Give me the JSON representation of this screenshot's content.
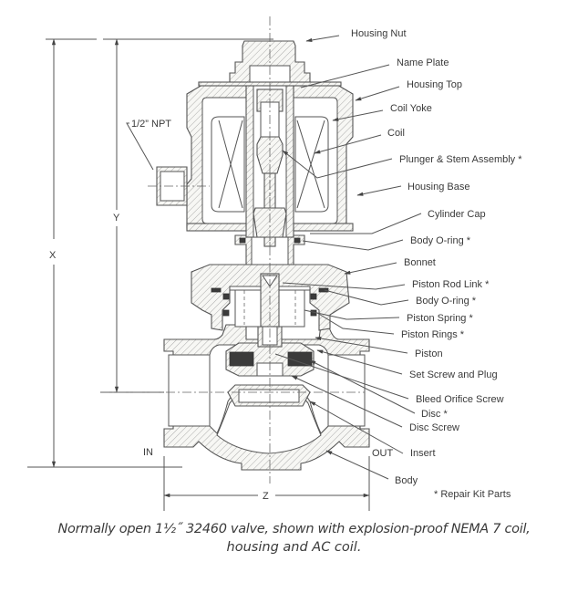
{
  "diagram": {
    "title": "Solenoid valve cross-section",
    "callouts": [
      {
        "id": "housing-nut",
        "label": "Housing Nut"
      },
      {
        "id": "name-plate",
        "label": "Name Plate"
      },
      {
        "id": "housing-top",
        "label": "Housing Top"
      },
      {
        "id": "coil-yoke",
        "label": "Coil Yoke"
      },
      {
        "id": "coil",
        "label": "Coil"
      },
      {
        "id": "plunger-stem",
        "label": "Plunger & Stem Assembly *"
      },
      {
        "id": "housing-base",
        "label": "Housing Base"
      },
      {
        "id": "cylinder-cap",
        "label": "Cylinder Cap"
      },
      {
        "id": "body-o-ring-upper",
        "label": "Body O-ring *"
      },
      {
        "id": "bonnet",
        "label": "Bonnet"
      },
      {
        "id": "piston-rod-link",
        "label": "Piston Rod Link *"
      },
      {
        "id": "body-o-ring-lower",
        "label": "Body O-ring *"
      },
      {
        "id": "piston-spring",
        "label": "Piston Spring *"
      },
      {
        "id": "piston-rings",
        "label": "Piston Rings *"
      },
      {
        "id": "piston",
        "label": "Piston"
      },
      {
        "id": "set-screw-plug",
        "label": "Set Screw and Plug"
      },
      {
        "id": "bleed-orifice-screw",
        "label": "Bleed Orifice Screw"
      },
      {
        "id": "disc",
        "label": "Disc *"
      },
      {
        "id": "disc-screw",
        "label": "Disc Screw"
      },
      {
        "id": "insert",
        "label": "Insert"
      },
      {
        "id": "body",
        "label": "Body"
      }
    ],
    "npt_label": "1/2” NPT",
    "dimensions": {
      "x": "X",
      "y": "Y",
      "z": "Z"
    },
    "ports": {
      "inlet": "IN",
      "outlet": "OUT"
    },
    "legend": "* Repair Kit Parts"
  },
  "caption": {
    "line1": "Normally open 1½˝ 32460 valve, shown with explosion-proof NEMA 7 coil,",
    "line2": "housing and AC coil."
  }
}
